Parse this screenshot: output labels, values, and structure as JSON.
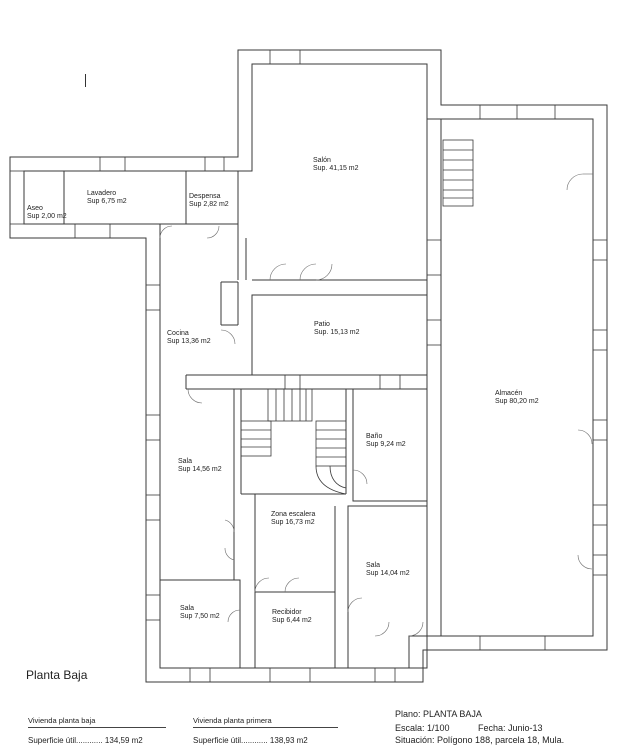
{
  "rooms": {
    "aseo": {
      "name": "Aseo",
      "area": "Sup 2,00 m2"
    },
    "lavadero": {
      "name": "Lavadero",
      "area": "Sup 6,75 m2"
    },
    "despensa": {
      "name": "Despensa",
      "area": "Sup 2,82 m2"
    },
    "salon": {
      "name": "Salón",
      "area": "Sup. 41,15 m2"
    },
    "almacen": {
      "name": "Almacén",
      "area": "Sup 80,20 m2"
    },
    "cocina": {
      "name": "Cocina",
      "area": "Sup 13,36 m2"
    },
    "patio": {
      "name": "Patio",
      "area": "Sup. 15,13 m2"
    },
    "sala_a": {
      "name": "Sala",
      "area": "Sup 14,56 m2"
    },
    "bano": {
      "name": "Baño",
      "area": "Sup 9,24 m2"
    },
    "zona_esc": {
      "name": "Zona escalera",
      "area": "Sup 16,73 m2"
    },
    "sala_b": {
      "name": "Sala",
      "area": "Sup 14,04 m2"
    },
    "sala_c": {
      "name": "Sala",
      "area": "Sup 7,50 m2"
    },
    "recibidor": {
      "name": "Recibidor",
      "area": "Sup 6,44 m2"
    }
  },
  "plan_title": "Planta Baja",
  "summary": [
    {
      "heading": "Vivienda planta baja",
      "row": "Superficie útil............  134,59 m2"
    },
    {
      "heading": "Vivienda planta primera",
      "row": "Superficie útil............  138,93 m2"
    }
  ],
  "info": {
    "plano": "Plano: PLANTA BAJA",
    "escala": "Escala: 1/100",
    "fecha": "Fecha: Junio-13",
    "situacion": "Situación: Polígono 188, parcela 18, Mula."
  }
}
